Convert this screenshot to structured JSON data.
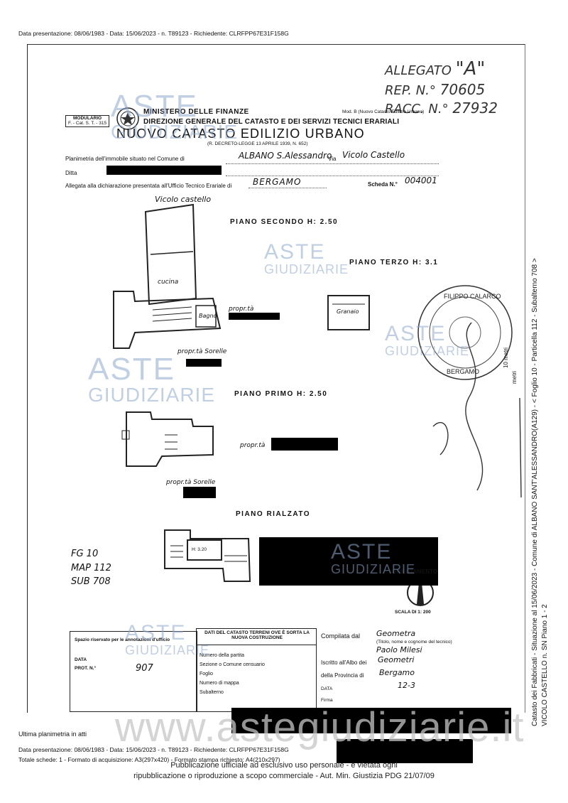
{
  "header": {
    "top_line": "Data presentazione: 08/06/1983 - Data: 15/06/2023 - n. T89123 - Richiedente: CLRFPP67E31F158G"
  },
  "allegato": {
    "label": "ALLEGATO",
    "letter": "\"A\"",
    "rep_label": "REP. N.°",
    "rep_value": "70605",
    "racc_label": "RACC. N.°",
    "racc_value": "27932"
  },
  "form": {
    "modulario": "MODULARIO",
    "modulario_code": "F. - Cat. S. T. - 315",
    "ministero": "MINISTERO DELLE FINANZE",
    "direzione": "DIREZIONE GENERALE DEL CATASTO E DEI SERVIZI TECNICI ERARIALI",
    "mod_b": "Mod. B (Nuovo Catasto Edilizio Urbano)",
    "title": "NUOVO CATASTO EDILIZIO URBANO",
    "decreto": "(R. DECRETO-LEGGE 13 APRILE 1939, N. 652)",
    "planimetria_label": "Planimetria dell'immobile situato nel Comune di",
    "comune_value": "ALBANO S.Alessandro",
    "via_label": "Via",
    "via_value": "Vicolo Castello",
    "ditta_label": "Ditta",
    "allegata_label": "Allegata alla dichiarazione presentata all'Ufficio Tecnico Erariale di",
    "ufficio_value": "BERGAMO",
    "scheda_label": "Scheda N.°",
    "scheda_value": "004001"
  },
  "plan": {
    "vicolo": "Vicolo castello",
    "piano_secondo": "PIANO SECONDO H: 2.50",
    "piano_terzo": "PIANO TERZO H: 3.1",
    "cucina": "cucina",
    "bagno": "Bagno",
    "granaio": "Granaio",
    "propr_ta_1": "propr.tà",
    "propr_sorelle_1": "propr.tà Sorelle",
    "piano_primo": "PIANO PRIMO H: 2.50",
    "propr_ta_2": "propr.tà",
    "propr_sorelle_2": "propr.tà Sorelle",
    "piano_rialzato": "PIANO RIALZATO",
    "h_rialzato": "H: 3.20",
    "orientamento": "ORIENTAMENTO",
    "scala": "SCALA DI 1: 200"
  },
  "handwritten": {
    "fg": "FG 10",
    "map": "MAP 112",
    "sub": "SUB 708"
  },
  "table": {
    "spazio": "Spazio riservato per le annotazioni d'ufficio",
    "data_label": "DATA",
    "prot_label": "PROT. N.°",
    "prot_value": "907",
    "dati_header": "DATI DEL CATASTO TERRENI OVE È SORTA LA NUOVA COSTRUZIONE",
    "rows": [
      "Numero della partita",
      "Sezione o Comune censuario",
      "Foglio",
      "Numero di mappa",
      "Subalterno"
    ],
    "compilata_label": "Compilata dal",
    "compilata_value": "Geometra",
    "titolo_note": "(Titolo, nome e cognome del tecnico)",
    "nome_value": "Paolo Milesi",
    "iscritto_label": "Iscritto all'Albo dei",
    "iscritto_value": "Geometri",
    "provincia_label": "della Provincia di",
    "provincia_value": "Bergamo",
    "data_label2": "DATA",
    "data_value": "12-3",
    "firma_label": "Firma"
  },
  "footer": {
    "ultima": "Ultima planimetria in atti",
    "line1": "Data presentazione: 08/06/1983 - Data: 15/06/2023 - n. T89123 - Richiedente: CLRFPP67E31F158G",
    "line2": "Totale schede: 1 - Formato di acquisizione: A3(297x420) - Formato stampa richiesto: A4(210x297)",
    "pub1": "Pubblicazione ufficiale ad esclusivo uso personale - è vietata ogni",
    "pub2": "ripubblicazione o riproduzione a scopo commerciale - Aut. Min. Giustizia PDG 21/07/09",
    "website": "www.astegiudiziarie.it"
  },
  "side": {
    "vertical_main": "Catasto dei Fabbricati - Situazione al 15/06/2023 - Comune di ALBANO SANT'ALESSANDRO(A129) - < Foglio 10 - Particella 112 - Subalterno 708 >",
    "vertical_sub": "VICOLO CASTELLO n. SN Piano 1 - 2",
    "small1": "10 metri",
    "small2": "metri"
  },
  "watermark": {
    "aste": "ASTE",
    "giudiziarie": "GIUDIZIARIE"
  },
  "stamp": {
    "name": "FILIPPO CALARCO",
    "city": "BERGAMO"
  }
}
